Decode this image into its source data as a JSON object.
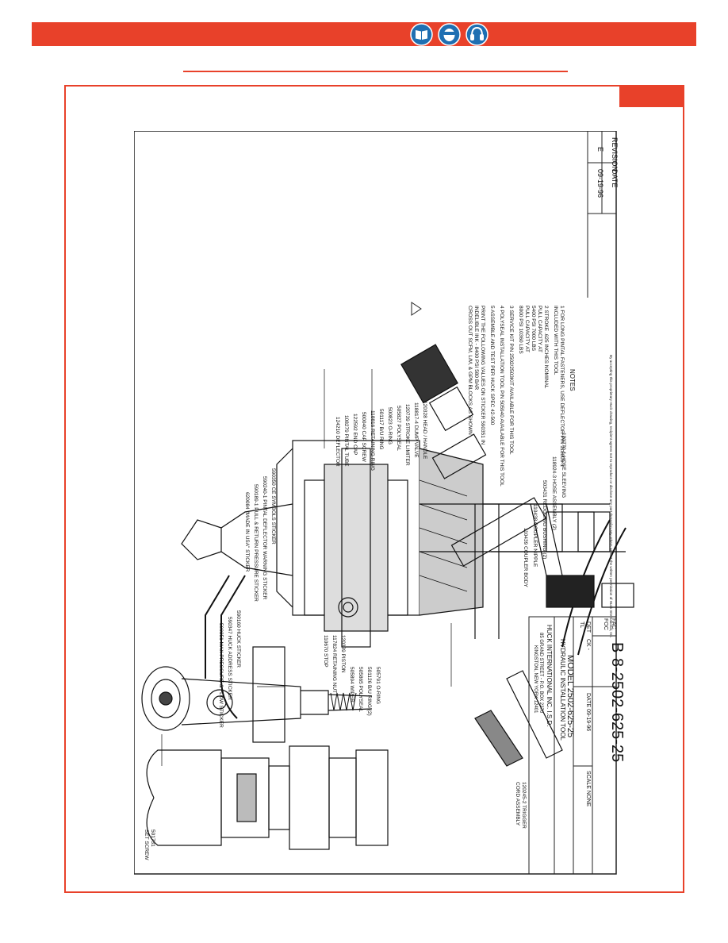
{
  "header": {
    "icons": [
      "read-manual-icon",
      "face-protection-icon",
      "ear-protection-icon"
    ],
    "accent_color": "#e8412a",
    "icon_color": "#1f6fb2"
  },
  "drawing": {
    "revision": {
      "header_revision": "REVISION",
      "header_date": "DATE",
      "revision": "E",
      "date": "09-19-96"
    },
    "notes": {
      "title": "NOTES",
      "items": [
        [
          "1  FOR LONG PINTAL FASTENERS, USE DEFLECTOR P/N 118809-1",
          "INCLUDED WITH THIS TOOL"
        ],
        [
          "2  STROKE .625 INCHES NOMINAL",
          "PULL CAPACITY AT",
          "5400 PSI  7000 LBS",
          "PULL CAPACITY AT",
          "8000 PSI  10360 LBS"
        ],
        [
          "3  SERVICE KIT P/N 2502/2503KIT AVAILABLE FOR THIS TOOL"
        ],
        [
          "4  POLYSEAL INSTALLATION TOOL P/N 505940 AVAILABLE FOR THIS TOOL"
        ],
        [
          "5  ASSEMBLE AND TEST PER HUCK SPEC 42-500"
        ],
        [
          "PRINT THE FOLLOWING VALUES ON STICKER 590351 IN",
          "INDELIBLE INK - 8400 PSI 580 BAR",
          "CROSS OUT SCFM, L/M, & GPM BLOCKS AS SHOWN"
        ]
      ]
    },
    "title_block": {
      "company": "HUCK INTERNATIONAL INC. I.S.D.",
      "address1": "85 GRAND STREET - P.O. BOX 2270",
      "address2": "KINGSTON, NEW YORK  12401",
      "model": "MODEL 2502-625-25",
      "description": "HYDRAULIC INSTALLATION TOOL",
      "det": "DET",
      "tl": "TL",
      "ck": "CK -",
      "date_label": "DATE 09-19-96",
      "scale_label": "SCALE NONE",
      "foc": "FOC",
      "fac": "FAC",
      "size": "B",
      "drawing_number": "8-2502-625-25"
    },
    "callouts_top": [
      "590351 MAX PRESSURE & FLOW STICKER",
      "590347 HUCK ADDRESS STICKER",
      "590160 HUCK STICKER",
      "620084 \"MADE IN USA\" STICKER",
      "590189-1 PULL & RETURN PRESSURE STICKER",
      "590240-1 PINTAL DEFLECTOR WARNING STICKER",
      "590350 CE SYMBOLS STICKER"
    ],
    "callouts_right": [
      "124210 DEFLECTOR",
      "108279 PINTAL TUBE",
      "122592 END CAP",
      "500040 CAP SCREW",
      "118816 RETAINING RING",
      "501117 B/U RING",
      "500823 O-RING",
      "505827 POLYSEAL",
      "120739 STROKE LIMITER",
      "118817-4 DUMP VALVE",
      "120328 HEAD / HANDLE"
    ],
    "callouts_left": [
      "110670 STOP",
      "117824 RETAINING NUT",
      "120339 PISTON",
      "505894 WIPER",
      "505865 POLYSEAL",
      "501126 B/U RING (2)",
      "505791 O-RING"
    ],
    "callouts_hoses": [
      "120770-1 HOSE SLEEVING",
      "118924-3 HOSE ASSEMBLY (2)",
      "503431 REDUCING BUSHING (2)",
      "110438 COUPLER NIPPLE",
      "110439 COUPLER BODY"
    ],
    "set_screw": [
      "501731",
      "SET SCREW"
    ],
    "trigger": [
      "120245-2 TRIGGER",
      "CORD ASSEMBLY"
    ],
    "footer_note": "By accepting this proprietary Huck drawing, recipient agrees not to reproduce or disclose any part thereof to any others without the written permission of Huck International, Inc."
  }
}
